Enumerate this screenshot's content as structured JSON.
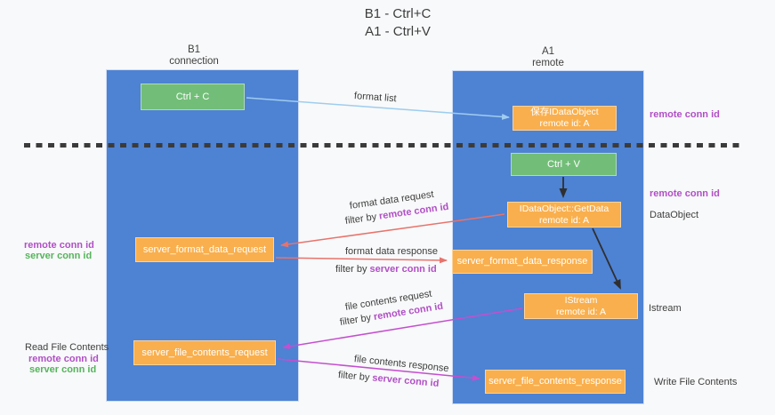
{
  "title": {
    "line1": "B1 - Ctrl+C",
    "line2": "A1 - Ctrl+V"
  },
  "columns": {
    "left": {
      "name": "B1",
      "subtitle": "connection"
    },
    "right": {
      "name": "A1",
      "subtitle": "remote"
    }
  },
  "boxes": {
    "ctrl_c": {
      "label": "Ctrl + C"
    },
    "save_idataobject": {
      "line1": "保存IDataObject",
      "line2": "remote id: A"
    },
    "ctrl_v": {
      "label": "Ctrl + V"
    },
    "getdata": {
      "line1": "IDataObject::GetData",
      "line2": "remote id: A"
    },
    "format_request": {
      "label": "server_format_data_request"
    },
    "format_response": {
      "label": "server_format_data_response"
    },
    "istream": {
      "line1": "IStream",
      "line2": "remote id: A"
    },
    "file_request": {
      "label": "server_file_contents_request"
    },
    "file_response": {
      "label": "server_file_contents_response"
    }
  },
  "flow_labels": {
    "format_list": "format list",
    "format_data_request": "format data request",
    "format_data_response": "format data response",
    "file_contents_request": "file contents request",
    "file_contents_response": "file contents response",
    "filter_by": "filter by ",
    "remote_conn_id": "remote conn id",
    "server_conn_id": "server conn id"
  },
  "side_labels": {
    "remote_conn_id": "remote conn id",
    "server_conn_id": "server conn id",
    "dataobject": "DataObject",
    "istream": "Istream",
    "read_file_contents": "Read File Contents",
    "write_file_contents": "Write File Contents"
  },
  "palette": {
    "column_blue": "#4E82D3",
    "box_green": "#72BE78",
    "box_orange": "#F9AF4D",
    "purple_label": "#B14FC6",
    "green_label": "#55B45C",
    "arrow_blue": "#9ECDEF",
    "arrow_red": "#E8736C",
    "arrow_magenta": "#C44FD0",
    "arrow_black": "#2F2F2F",
    "text_dark": "#3D3D3D",
    "background": "#F8F9FA"
  }
}
